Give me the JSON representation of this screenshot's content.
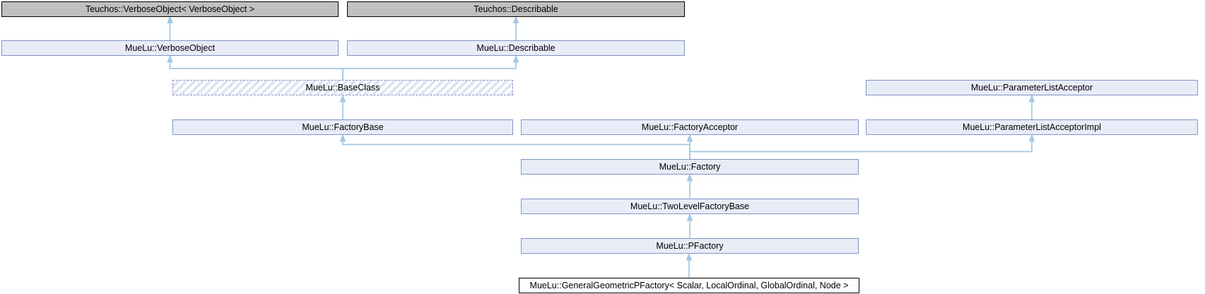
{
  "diagram": {
    "kind": "class-inheritance-graph",
    "colors": {
      "background": "#ffffff",
      "external_fill": "#c0c0c0",
      "external_border": "#000000",
      "class_fill": "#e8ecf7",
      "class_border": "#8095c6",
      "virtual_hatch": "#e0e4f1",
      "main_fill": "#ffffff",
      "main_border": "#000000",
      "edge": "#a3c7e4",
      "text": "#000000"
    },
    "nodes": [
      {
        "id": "teuchos-verbose-object",
        "label": "Teuchos::VerboseObject< VerboseObject >",
        "style": "external"
      },
      {
        "id": "teuchos-describable",
        "label": "Teuchos::Describable",
        "style": "external"
      },
      {
        "id": "muelu-verbose-object",
        "label": "MueLu::VerboseObject",
        "style": "class"
      },
      {
        "id": "muelu-describable",
        "label": "MueLu::Describable",
        "style": "class"
      },
      {
        "id": "muelu-base-class",
        "label": "MueLu::BaseClass",
        "style": "virtual"
      },
      {
        "id": "muelu-parameter-list-acceptor",
        "label": "MueLu::ParameterListAcceptor",
        "style": "class"
      },
      {
        "id": "muelu-factory-base",
        "label": "MueLu::FactoryBase",
        "style": "class"
      },
      {
        "id": "muelu-factory-acceptor",
        "label": "MueLu::FactoryAcceptor",
        "style": "class"
      },
      {
        "id": "muelu-parameter-list-acceptor-impl",
        "label": "MueLu::ParameterListAcceptorImpl",
        "style": "class"
      },
      {
        "id": "muelu-factory",
        "label": "MueLu::Factory",
        "style": "class"
      },
      {
        "id": "muelu-two-level-factory-base",
        "label": "MueLu::TwoLevelFactoryBase",
        "style": "class"
      },
      {
        "id": "muelu-pfactory",
        "label": "MueLu::PFactory",
        "style": "class"
      },
      {
        "id": "muelu-general-geometric-pfactory",
        "label": "MueLu::GeneralGeometricPFactory< Scalar, LocalOrdinal, GlobalOrdinal, Node >",
        "style": "main"
      }
    ],
    "edges": [
      {
        "from": "muelu-verbose-object",
        "to": "teuchos-verbose-object"
      },
      {
        "from": "muelu-describable",
        "to": "teuchos-describable"
      },
      {
        "from": "muelu-base-class",
        "to": "muelu-verbose-object"
      },
      {
        "from": "muelu-base-class",
        "to": "muelu-describable"
      },
      {
        "from": "muelu-factory-base",
        "to": "muelu-base-class"
      },
      {
        "from": "muelu-parameter-list-acceptor-impl",
        "to": "muelu-parameter-list-acceptor"
      },
      {
        "from": "muelu-factory",
        "to": "muelu-factory-base"
      },
      {
        "from": "muelu-factory",
        "to": "muelu-factory-acceptor"
      },
      {
        "from": "muelu-factory",
        "to": "muelu-parameter-list-acceptor-impl"
      },
      {
        "from": "muelu-two-level-factory-base",
        "to": "muelu-factory"
      },
      {
        "from": "muelu-pfactory",
        "to": "muelu-two-level-factory-base"
      },
      {
        "from": "muelu-general-geometric-pfactory",
        "to": "muelu-pfactory"
      }
    ]
  }
}
